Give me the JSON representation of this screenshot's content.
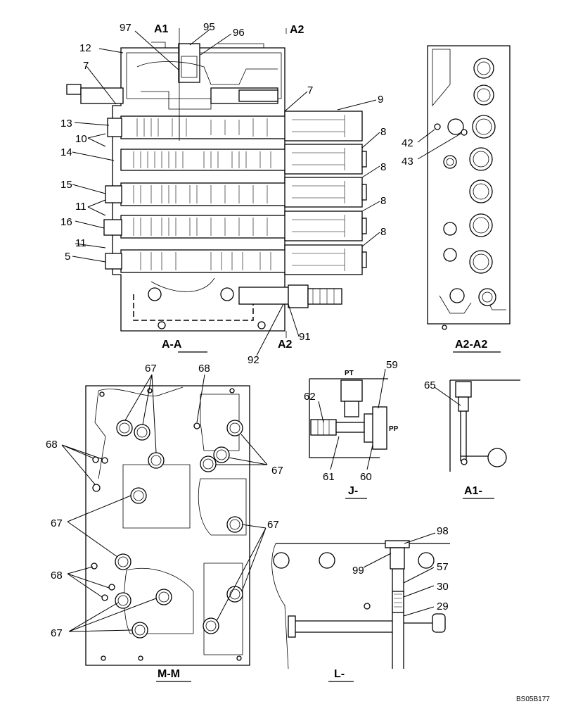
{
  "views": {
    "aa": {
      "caption": "A-A"
    },
    "a2a2": {
      "caption": "A2-A2"
    },
    "mm": {
      "caption": "M-M"
    },
    "j": {
      "caption": "J-"
    },
    "a1": {
      "caption": "A1-"
    },
    "l": {
      "caption": "L-"
    }
  },
  "section_marks": {
    "a1": "A1",
    "a2_top": "A2",
    "a2_bottom": "A2"
  },
  "port_labels": {
    "pt": "PT",
    "pp": "PP"
  },
  "callouts": {
    "aa": {
      "c97": "97",
      "c95": "95",
      "c96": "96",
      "c12": "12",
      "c7a": "7",
      "c7b": "7",
      "c9": "9",
      "c13": "13",
      "c10": "10",
      "c14": "14",
      "c15": "15",
      "c11a": "11",
      "c16": "16",
      "c11b": "11",
      "c5": "5",
      "c8a": "8",
      "c8b": "8",
      "c8c": "8",
      "c8d": "8",
      "c91": "91",
      "c92": "92"
    },
    "a2a2": {
      "c42": "42",
      "c43": "43"
    },
    "mm": {
      "c67a": "67",
      "c68a": "68",
      "c68b": "68",
      "c67b": "67",
      "c67c": "67",
      "c67d": "67",
      "c68c": "68",
      "c67e": "67"
    },
    "j": {
      "c59": "59",
      "c62": "62",
      "c61": "61",
      "c60": "60"
    },
    "a1": {
      "c65": "65"
    },
    "l": {
      "c98": "98",
      "c99": "99",
      "c57": "57",
      "c30": "30",
      "c29": "29"
    }
  },
  "drawing_id": "BS05B177"
}
